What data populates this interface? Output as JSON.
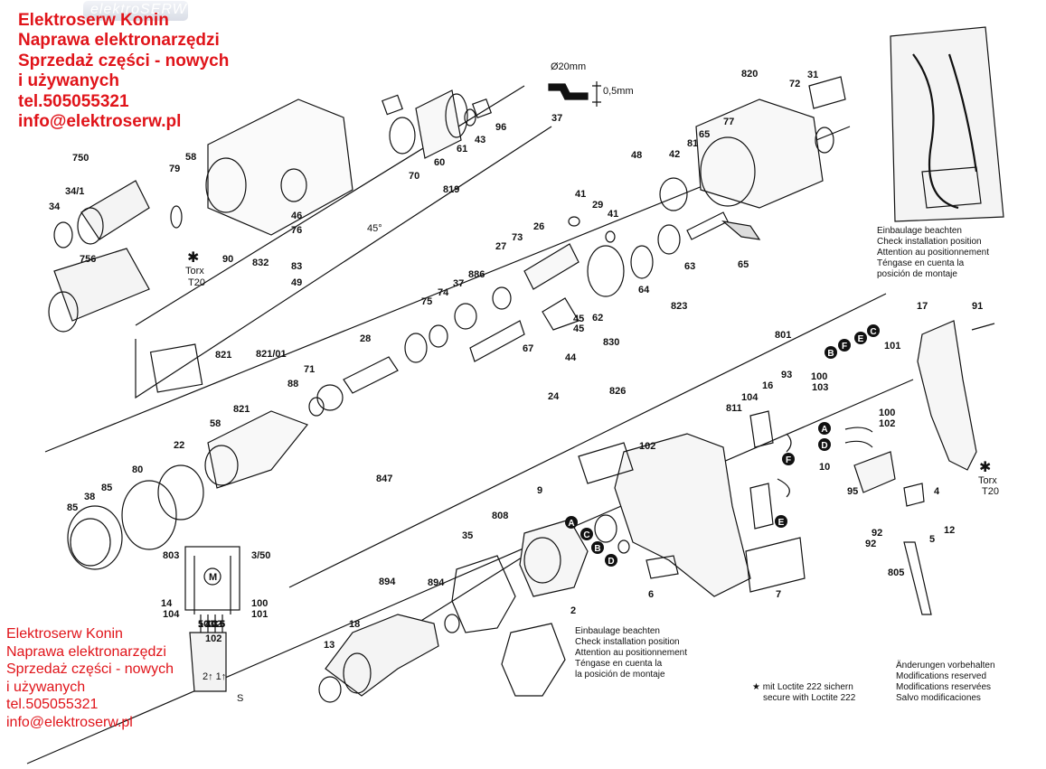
{
  "watermark": {
    "top_lines": [
      "Elektroserw Konin",
      "Naprawa elektronarzędzi",
      "Sprzedaż części - nowych",
      "i używanych",
      "tel.505055321",
      "info@elektroserw.pl"
    ],
    "bottom_lines": [
      "Elektroserw Konin",
      "Naprawa elektronarzędzi",
      "Sprzedaż części - nowych",
      "i używanych",
      "tel.505055321",
      "info@elektroserw.pl"
    ],
    "logo_text": "elektroSERW",
    "color": "#e0141a"
  },
  "notes": {
    "installation_right": [
      "Einbaulage beachten",
      "Check installation position",
      "Attention au positionnement",
      "Téngase en cuenta la",
      "posición de montaje"
    ],
    "installation_center": [
      "Einbaulage beachten",
      "Check installation position",
      "Attention au positionnement",
      "Téngase en cuenta la",
      "la posición de montaje"
    ],
    "loctite": [
      "★ mit Loctite 222 sichern",
      "secure with Loctite 222"
    ],
    "modifications": [
      "Änderungen vorbehalten",
      "Modifications reserved",
      "Modifications reservées",
      "Salvo modificaciones"
    ]
  },
  "dimensions": {
    "diameter": "Ø20mm",
    "thickness": "0,5mm",
    "part": "37"
  },
  "torx": {
    "left": {
      "label": "Torx",
      "size": "T20"
    },
    "right": {
      "label": "Torx",
      "size": "T20"
    }
  },
  "angle": "45°",
  "part_labels": [
    "750",
    "34/1",
    "34",
    "58",
    "79",
    "756",
    "90",
    "46",
    "76",
    "832",
    "83",
    "49",
    "70",
    "60",
    "61",
    "43",
    "96",
    "819",
    "48",
    "41",
    "29",
    "41",
    "42",
    "81",
    "65",
    "77",
    "820",
    "72",
    "31",
    "26",
    "27",
    "73",
    "62",
    "64",
    "63",
    "65",
    "823",
    "830",
    "45",
    "45",
    "44",
    "67",
    "24",
    "826",
    "886",
    "37",
    "74",
    "75",
    "28",
    "821",
    "821/01",
    "71",
    "88",
    "58",
    "821",
    "22",
    "80",
    "85",
    "38",
    "85",
    "847",
    "801",
    "17",
    "91",
    "93",
    "100",
    "103",
    "101",
    "104",
    "811",
    "16",
    "100",
    "102",
    "102",
    "10",
    "95",
    "4",
    "12",
    "92",
    "92",
    "5",
    "805",
    "7",
    "6",
    "9",
    "808",
    "2",
    "35",
    "894",
    "894",
    "18",
    "13",
    "803",
    "3/50",
    "14",
    "100",
    "104",
    "101",
    "102",
    "103",
    "102",
    "1",
    "5",
    "4",
    "3",
    "6"
  ],
  "circle_letters": [
    "A",
    "C",
    "B",
    "D",
    "B",
    "F",
    "E",
    "C",
    "A",
    "D",
    "F",
    "E"
  ],
  "schematic": {
    "motor": "M",
    "terminals": [
      "5",
      "4",
      "3",
      "6"
    ],
    "switch_text": "2↑ 1↑",
    "ref": "S"
  },
  "colors": {
    "line": "#111111",
    "watermark": "#e0141a"
  }
}
